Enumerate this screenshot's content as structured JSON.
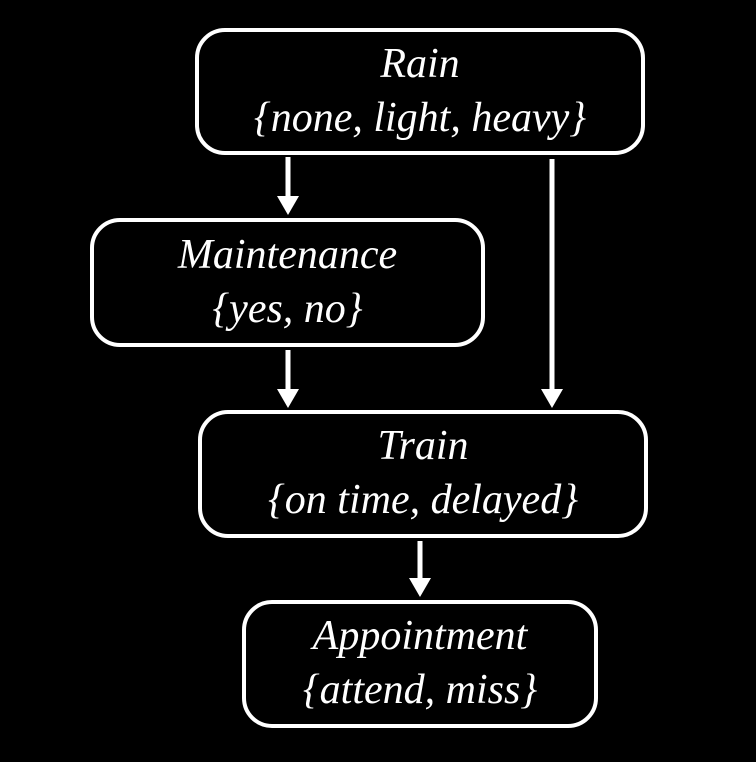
{
  "diagram": {
    "kind": "bayesian-network",
    "background_color": "#000000",
    "node_border_color": "#ffffff",
    "text_color": "#ffffff",
    "nodes": [
      {
        "id": "rain",
        "name": "Rain",
        "values": "{none, light, heavy}"
      },
      {
        "id": "maintenance",
        "name": "Maintenance",
        "values": "{yes, no}"
      },
      {
        "id": "train",
        "name": "Train",
        "values": "{on time, delayed}"
      },
      {
        "id": "appointment",
        "name": "Appointment",
        "values": "{attend, miss}"
      }
    ],
    "edges": [
      {
        "from": "rain",
        "to": "maintenance"
      },
      {
        "from": "rain",
        "to": "train"
      },
      {
        "from": "maintenance",
        "to": "train"
      },
      {
        "from": "train",
        "to": "appointment"
      }
    ]
  }
}
